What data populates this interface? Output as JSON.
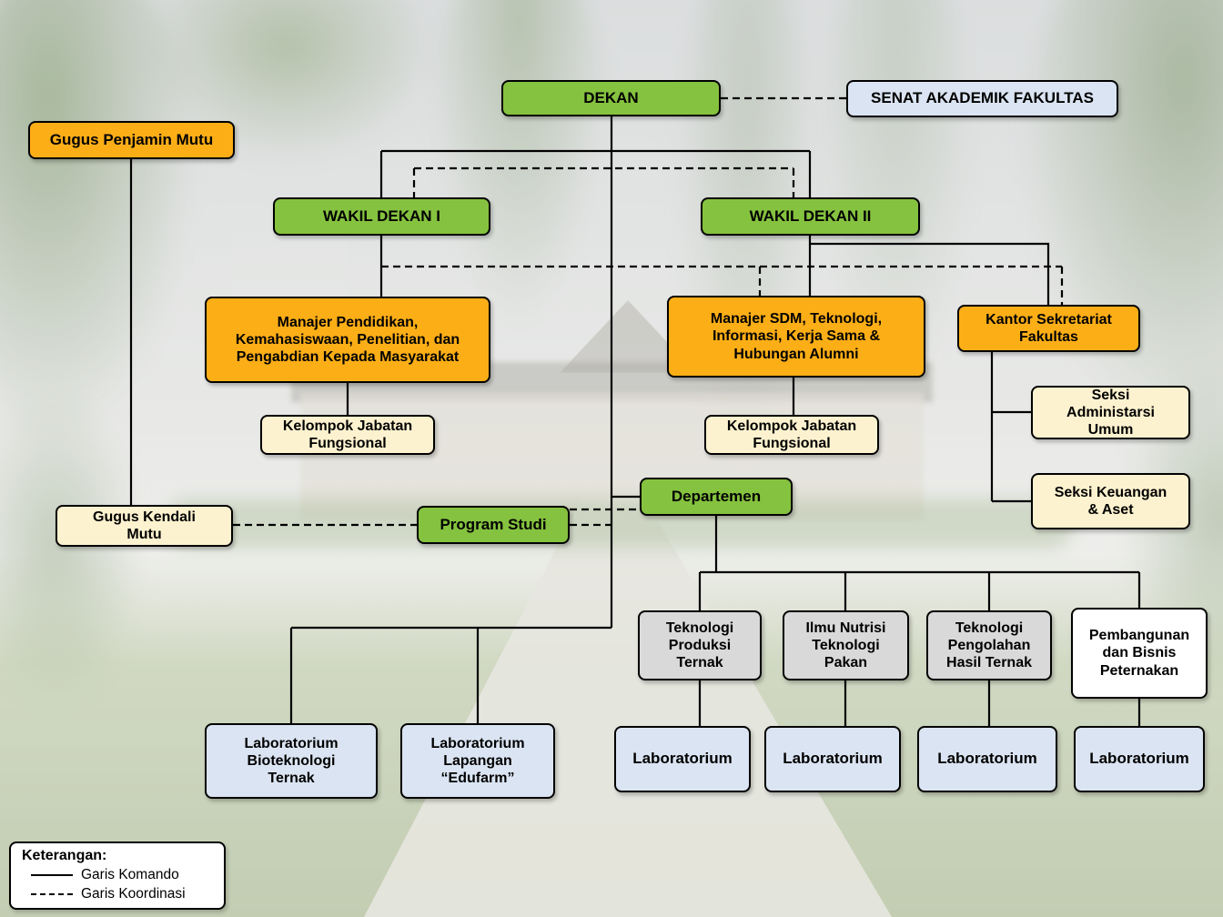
{
  "nodes": {
    "dekan": "DEKAN",
    "senat": "SENAT AKADEMIK FAKULTAS",
    "gugus_penjamin_mutu": "Gugus Penjamin Mutu",
    "wakil_dekan_1": "WAKIL DEKAN I",
    "wakil_dekan_2": "WAKIL DEKAN II",
    "manajer_pendidikan": "Manajer Pendidikan,\nKemahasiswaan, Penelitian, dan\nPengabdian Kepada Masyarakat",
    "manajer_sdm": "Manajer SDM, Teknologi,\nInformasi, Kerja Sama &\nHubungan Alumni",
    "kantor_sekretariat_fakultas": "Kantor Sekretariat\nFakultas",
    "kelompok_jabatan_fungsional_1": "Kelompok Jabatan\nFungsional",
    "kelompok_jabatan_fungsional_2": "Kelompok Jabatan\nFungsional",
    "seksi_administrasi_umum": "Seksi\nAdministarsi\nUmum",
    "seksi_keuangan_aset": "Seksi Keuangan\n& Aset",
    "gugus_kendali_mutu": "Gugus Kendali\nMutu",
    "program_studi": "Program Studi",
    "departemen": "Departemen",
    "dept_teknologi_produksi_ternak": "Teknologi\nProduksi\nTernak",
    "dept_ilmu_nutrisi_teknologi_pakan": "Ilmu Nutrisi\nTeknologi\nPakan",
    "dept_teknologi_pengolahan_hasil_ternak": "Teknologi\nPengolahan\nHasil Ternak",
    "dept_pembangunan_bisnis_peternakan": "Pembangunan\ndan Bisnis\nPeternakan",
    "lab_bioteknologi_ternak": "Laboratorium\nBioteknologi\nTernak",
    "lab_lapangan_edufarm": "Laboratorium\nLapangan\n“Edufarm”",
    "lab_produksi": "Laboratorium",
    "lab_nutrisi": "Laboratorium",
    "lab_pengolahan": "Laboratorium",
    "lab_pembangunan": "Laboratorium"
  },
  "legend": {
    "title": "Keterangan:",
    "komando_label": "Garis Komando",
    "koordinasi_label": "Garis Koordinasi"
  },
  "colors": {
    "green": "#85c23f",
    "orange": "#fcae17",
    "cream": "#fdf2cf",
    "blue": "#dbe4f2",
    "gray": "#d9d9d9",
    "white": "#ffffff",
    "line": "#000000"
  }
}
